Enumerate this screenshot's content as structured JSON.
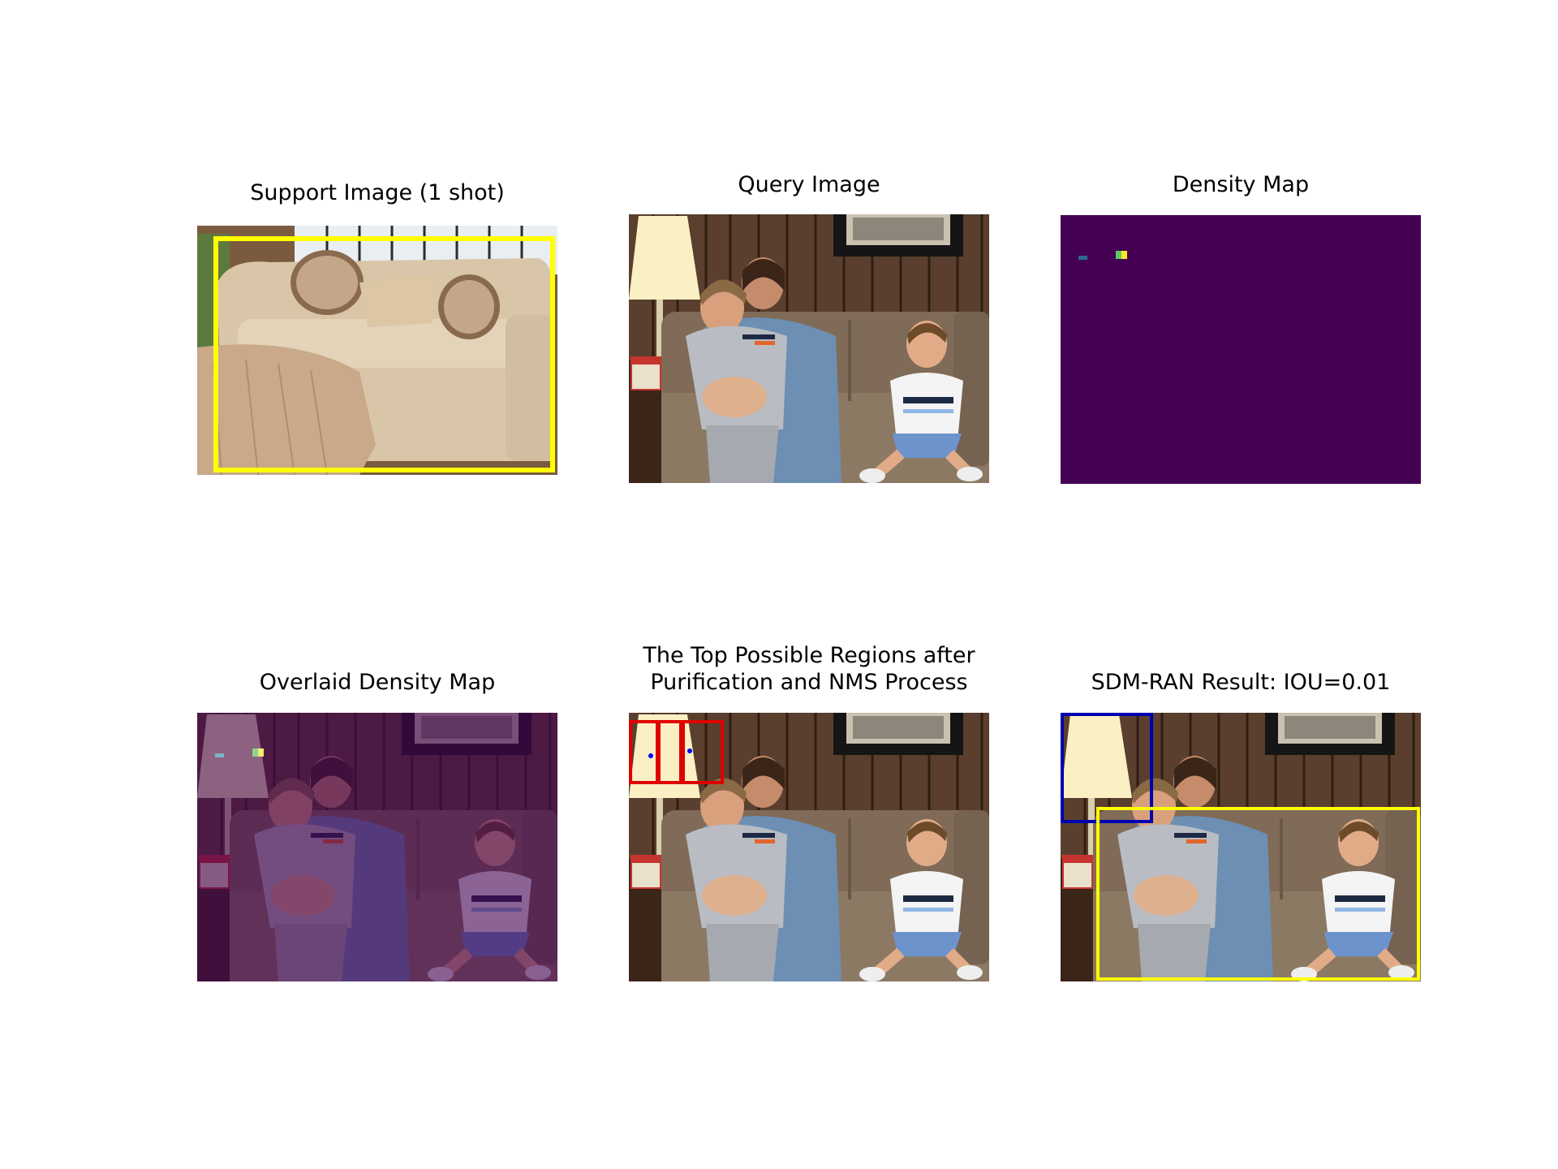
{
  "figure": {
    "panels": [
      {
        "id": "support",
        "title": "Support Image (1 shot)"
      },
      {
        "id": "query",
        "title": "Query Image"
      },
      {
        "id": "density",
        "title": "Density Map"
      },
      {
        "id": "overlaid",
        "title": "Overlaid Density Map"
      },
      {
        "id": "top_regions",
        "title_line1": "The Top Possible Regions after",
        "title_line2": "Purification and NMS Process"
      },
      {
        "id": "result",
        "title": "SDM-RAN Result: IOU=0.01"
      }
    ],
    "colors": {
      "support_box": "#ffff00",
      "density_bg": "#440154",
      "candidate_box": "#e00000",
      "predicted_box": "#0000b0",
      "ground_truth_box": "#ffff00"
    }
  }
}
